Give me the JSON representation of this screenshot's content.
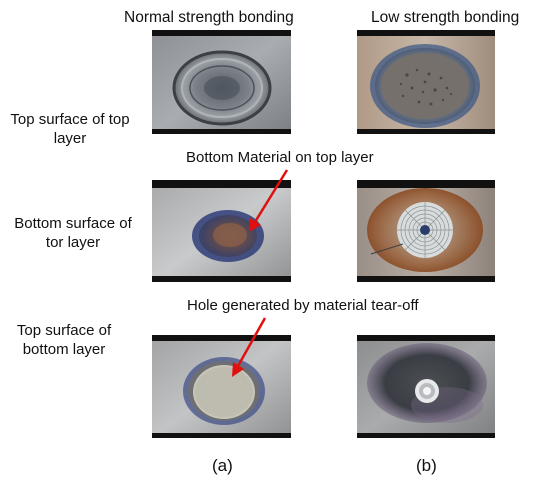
{
  "columns": {
    "normal": "Normal strength bonding",
    "low": "Low strength bonding"
  },
  "rows": {
    "top_surface_top": {
      "line1": "Top surface of top",
      "line2": "layer"
    },
    "bottom_surface_top": {
      "line1": "Bottom surface of",
      "line2": "tor layer"
    },
    "top_surface_bottom": {
      "line1": "Top surface of",
      "line2": "bottom layer"
    }
  },
  "annotations": {
    "bottom_material": "Bottom Material on top layer",
    "hole": "Hole generated by material tear-off"
  },
  "sublabels": {
    "a": "(a)",
    "b": "(b)"
  },
  "colors": {
    "arrow": "#e01010"
  }
}
